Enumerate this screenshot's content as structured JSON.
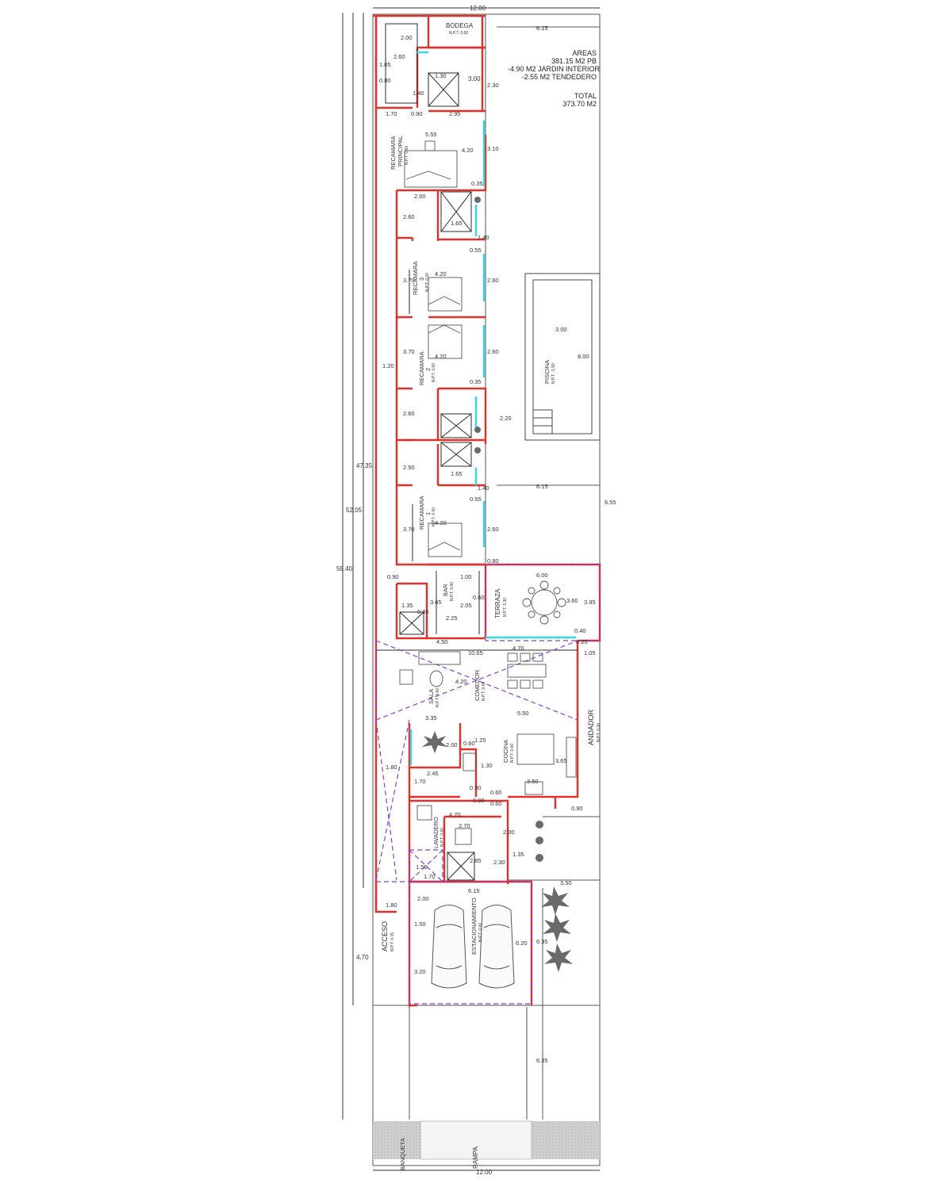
{
  "areas": {
    "heading": "AREAS",
    "lines": [
      "381.15 M2  PB",
      "-4.90 M2 JARDIN INTERIOR",
      "-2.55 M2 TENDEDERO"
    ],
    "total_label": "TOTAL",
    "total_value": "373.70 M2"
  },
  "rooms": {
    "bodega": "BODEGA",
    "recamara_principal_1": "RECAMARA",
    "recamara_principal_2": "PRINCIPAL",
    "recamara_3": "RECAMARA",
    "recamara_3_num": "3",
    "recamara_2": "RECAMARA",
    "recamara_2_num": "2",
    "recamara_1": "RECAMARA",
    "recamara_1_num": "1",
    "bar": "BAR",
    "terraza": "TERRAZA",
    "sala": "SALA",
    "comedor": "COMEDOR",
    "cocina": "COCINA",
    "andador": "ANDADOR",
    "lavadero": "LAVADERO",
    "estacionamiento": "ESTACIONAMIENTO",
    "acceso": "ACCESO",
    "piscina": "PISCINA",
    "banqueta": "BANQUETA",
    "rampa": "RAMPA"
  },
  "levels": {
    "bodega": "N.P.T. 0.60",
    "recamara_principal": "N.P.T. 0.60",
    "recamara_3": "N.P.T. 0.60",
    "recamara_2": "N.P.T. 0.60",
    "recamara_1": "N.P.T. 0.60",
    "bar": "N.P.T. 0.60",
    "terraza": "N.P.T. 0.30",
    "sala": "N.P.T. 0.60",
    "comedor": "N.P.T. 0.60",
    "cocina": "N.P.T. 0.60",
    "andador": "N.P.T. 0.30",
    "lavadero": "N.P.T. 0.60",
    "estacionamiento": "N.P.T. 0.00",
    "acceso": "N.P.T. 0.15",
    "piscina": "N.P.T. -1.50"
  },
  "dimensions": {
    "top_width": "12.00",
    "bottom_width": "12.00",
    "overall_1": "58.40",
    "overall_2": "52.05",
    "overall_3": "47.35",
    "front_4_70": "4.70",
    "side_6_55": "6.55",
    "yard_6_15_top": "6.15",
    "yard_6_15_mid": "6.15",
    "pool_width": "3.00",
    "pool_length": "8.00",
    "pool_gap": "2.20",
    "bath_2_00": "2.00",
    "bath_2_60": "2.60",
    "bath_1_30": "1.30",
    "bath_1_40": "1.40",
    "bath_0_90": "0.90",
    "bath_2_95": "2.95",
    "bath_1_70": "1.70",
    "bath_1_05": "1.05",
    "bath_0_80": "0.80",
    "bath_3_00": "3.00",
    "bath_2_30": "2.30",
    "rp_width": "5.55",
    "rp_4_20": "4.20",
    "rp_3_10": "3.10",
    "win_0_35": "0.35",
    "r3_2_00": "2.00",
    "r3_2_60": "2.60",
    "r3_1_65": "1.65",
    "r3_1_40": "1.40",
    "r3_0_55": "0.55",
    "r3_3_70": "3.70",
    "r3_4_20": "4.20",
    "r3_2_60b": "2.60",
    "r2_3_70": "3.70",
    "r2_4_20": "4.20",
    "r2_2_60": "2.60",
    "r2_0_35": "0.35",
    "corr_1_20": "1.20",
    "r1_2_60": "2.60",
    "r1_2_50": "2.50",
    "r1_1_65": "1.65",
    "r1_1_40": "1.40",
    "r1_0_55": "0.55",
    "r1_3_70": "3.70",
    "r1_4_20": "4.20",
    "r1_2_60b": "2.60",
    "r1_0_80": "0.80",
    "bar_0_90": "0.90",
    "bar_1_00": "1.00",
    "bar_3_65": "3.65",
    "bar_2_25": "2.25",
    "bar_2_05": "2.05",
    "bar_0_60": "0.60",
    "bar_4_50": "4.50",
    "bar_1_35": "1.35",
    "bar_0_85": "0.85",
    "ter_6_00": "6.00",
    "ter_3_60": "3.60",
    "ter_3_95": "3.95",
    "ter_0_40": "0.40",
    "ter_4_70": "4.70",
    "ter_1_05": "1.05",
    "ter_0_25": "0.25",
    "sala_10_65": "10.65",
    "sala_4_20": "4.20",
    "sala_5_50": "5.50",
    "sala_3_35": "3.35",
    "jar_2_00": "2.00",
    "jar_0_60": "0.60",
    "jar_1_25": "1.25",
    "jar_1_30": "1.30",
    "coc_3_65": "3.65",
    "coc_3_50": "3.50",
    "side_1_80": "1.80",
    "lav_2_45": "2.45",
    "lav_1_70": "1.70",
    "lav_0_90": "0.90",
    "lav_0_90b": "0.90",
    "lav_0_60": "0.60",
    "lav_0_60b": "0.60",
    "lav_0_90c": "0.90",
    "lav_4_70": "4.70",
    "lav_2_70": "2.70",
    "lav_2_00": "2.00",
    "lav_1_35": "1.35",
    "lav_1_50": "1.50",
    "lav_1_70b": "1.70",
    "lav_2_85": "2.85",
    "lav_2_30": "2.30",
    "park_6_15": "6.15",
    "park_3_50": "3.50",
    "park_1_80": "1.80",
    "park_1_50": "1.50",
    "park_2_00": "2.00",
    "park_6_20": "6.20",
    "park_6_35": "6.35",
    "park_3_20": "3.20",
    "front_6_35": "6.35"
  },
  "colors": {
    "wall": "#e0312b",
    "line": "#2b2b2b",
    "glass": "#35d8e6",
    "dashed": "#8a3fd1",
    "plant": "#6a6a6a",
    "hatch": "#c9c9c9"
  }
}
